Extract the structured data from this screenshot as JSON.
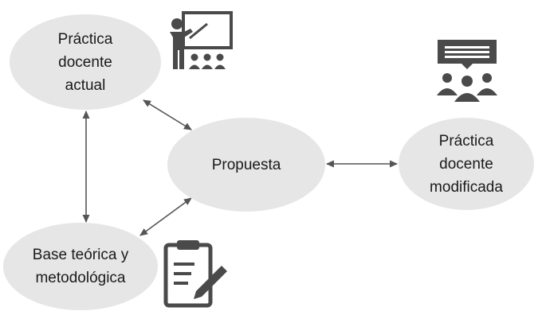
{
  "nodes": {
    "current_practice": "Práctica\ndocente\nactual",
    "proposal": "Propuesta",
    "modified_practice": "Práctica\ndocente\nmodificada",
    "theory_base": "Base teórica y\nmetodológica"
  },
  "icons": {
    "teacher": "teacher-at-board-icon",
    "discussion": "group-discussion-icon",
    "clipboard": "clipboard-edit-icon"
  },
  "colors": {
    "node_fill": "#e6e6e6",
    "icon": "#4a4a4a",
    "arrow": "#555555"
  }
}
